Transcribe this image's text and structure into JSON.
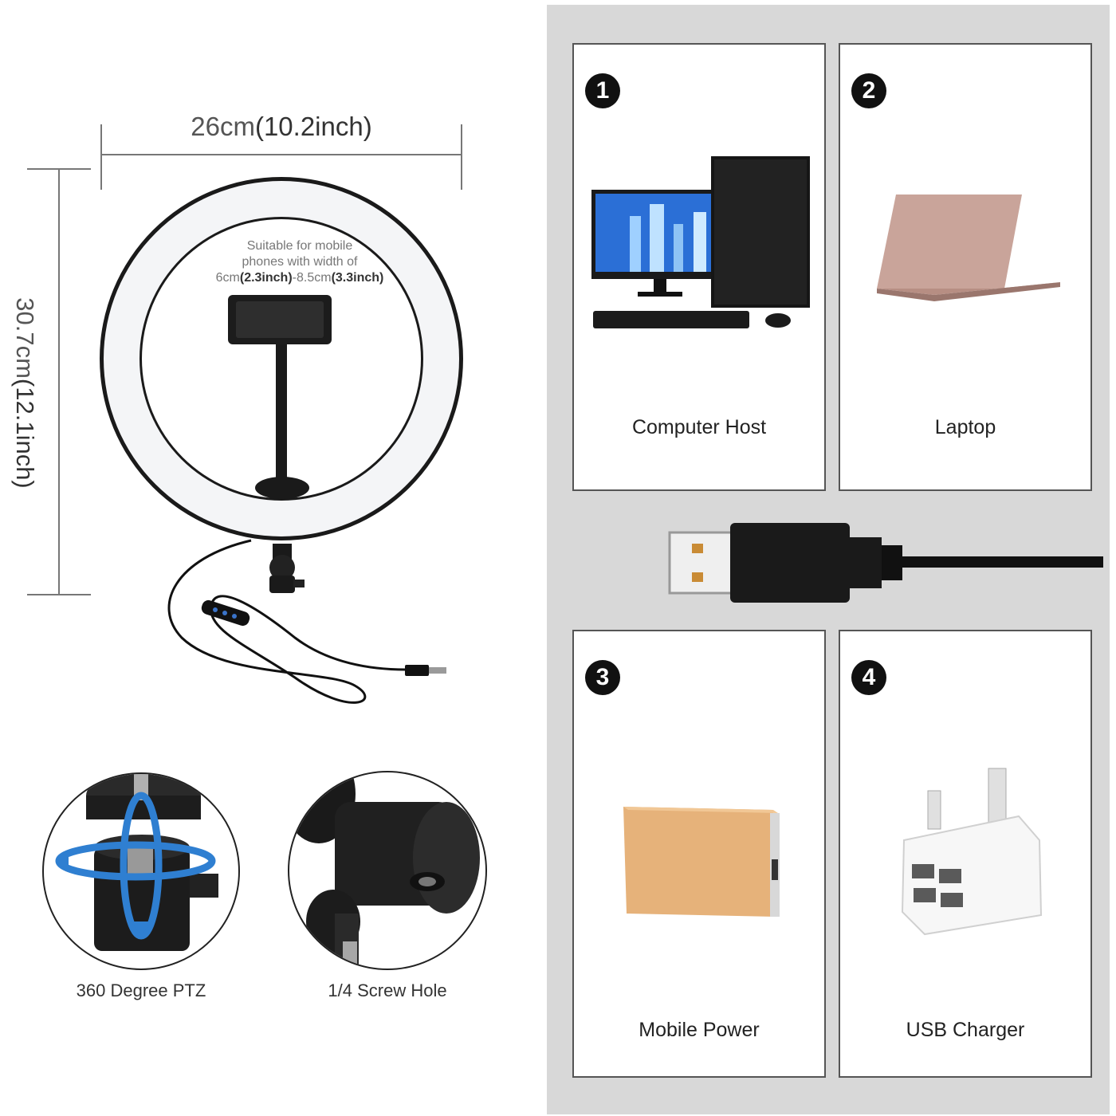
{
  "dimensions": {
    "width_cm": "26cm",
    "width_inch": "(10.2inch)",
    "height_cm": "30.7cm",
    "height_inch": "(12.1inch)"
  },
  "ring_note": {
    "line1": "Suitable for mobile",
    "line2": "phones with width of",
    "min_cm": "6cm",
    "min_inch": "(2.3inch)",
    "separator": "-",
    "max_cm": "8.5cm",
    "max_inch": "(3.3inch)"
  },
  "details": [
    {
      "label": "360 Degree PTZ"
    },
    {
      "label": "1/4 Screw Hole"
    }
  ],
  "power_sources": [
    {
      "number": "1",
      "label": "Computer Host"
    },
    {
      "number": "2",
      "label": "Laptop"
    },
    {
      "number": "3",
      "label": "Mobile Power"
    },
    {
      "number": "4",
      "label": "USB Charger"
    }
  ],
  "colors": {
    "panel_bg": "#d8d8d8",
    "badge_bg": "#111111",
    "ring_glow": "#f4f5f7",
    "arrow_blue": "#2f7fd1",
    "power_bank_gold": "#e6b27a"
  }
}
